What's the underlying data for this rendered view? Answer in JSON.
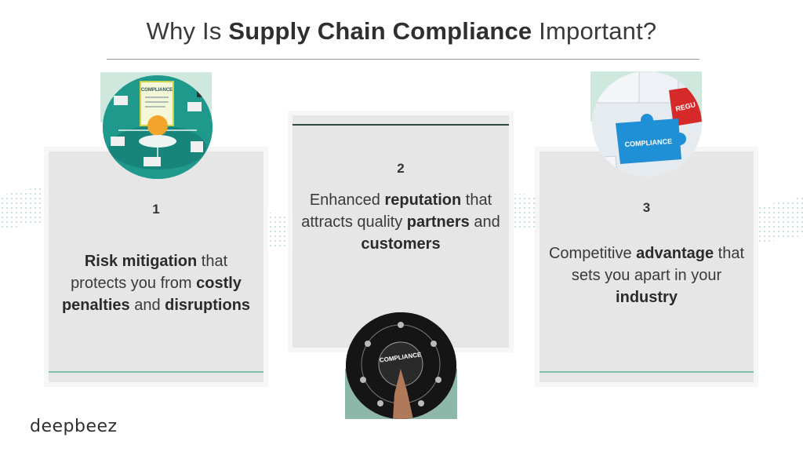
{
  "title": {
    "prefix": "Why Is ",
    "emphasis": "Supply Chain Compliance",
    "suffix": " Important?"
  },
  "cards": [
    {
      "number": "1",
      "segments": [
        {
          "text": "Risk mitigation",
          "bold": true
        },
        {
          "text": " that protects you from ",
          "bold": false
        },
        {
          "text": "costly penalties",
          "bold": true
        },
        {
          "text": " and ",
          "bold": false
        },
        {
          "text": "disruptions",
          "bold": true
        }
      ],
      "illustration": "compliance-document-network-icon"
    },
    {
      "number": "2",
      "segments": [
        {
          "text": "Enhanced ",
          "bold": false
        },
        {
          "text": "reputation",
          "bold": true
        },
        {
          "text": " that attracts quality ",
          "bold": false
        },
        {
          "text": "partners",
          "bold": true
        },
        {
          "text": " and ",
          "bold": false
        },
        {
          "text": "customers",
          "bold": true
        }
      ],
      "illustration": "compliance-touch-diagram-icon"
    },
    {
      "number": "3",
      "segments": [
        {
          "text": "Competitive ",
          "bold": false
        },
        {
          "text": "advantage",
          "bold": true
        },
        {
          "text": " that sets you apart in your ",
          "bold": false
        },
        {
          "text": "industry",
          "bold": true
        }
      ],
      "illustration": "compliance-puzzle-icon"
    }
  ],
  "puzzle_labels": {
    "main": "COMPLIANCE",
    "red": "REGU"
  },
  "touch_labels": {
    "center": "COMPLIANCE"
  },
  "doc_label": "COMPLIANCE",
  "brand": {
    "logo_text": "deepbeez"
  },
  "colors": {
    "accent_green": "#7ebfa5",
    "dark_green": "#2e4a3e",
    "card_bg": "#e6e6e6",
    "puzzle_blue": "#1f8fd6",
    "puzzle_red": "#d62a2a"
  }
}
